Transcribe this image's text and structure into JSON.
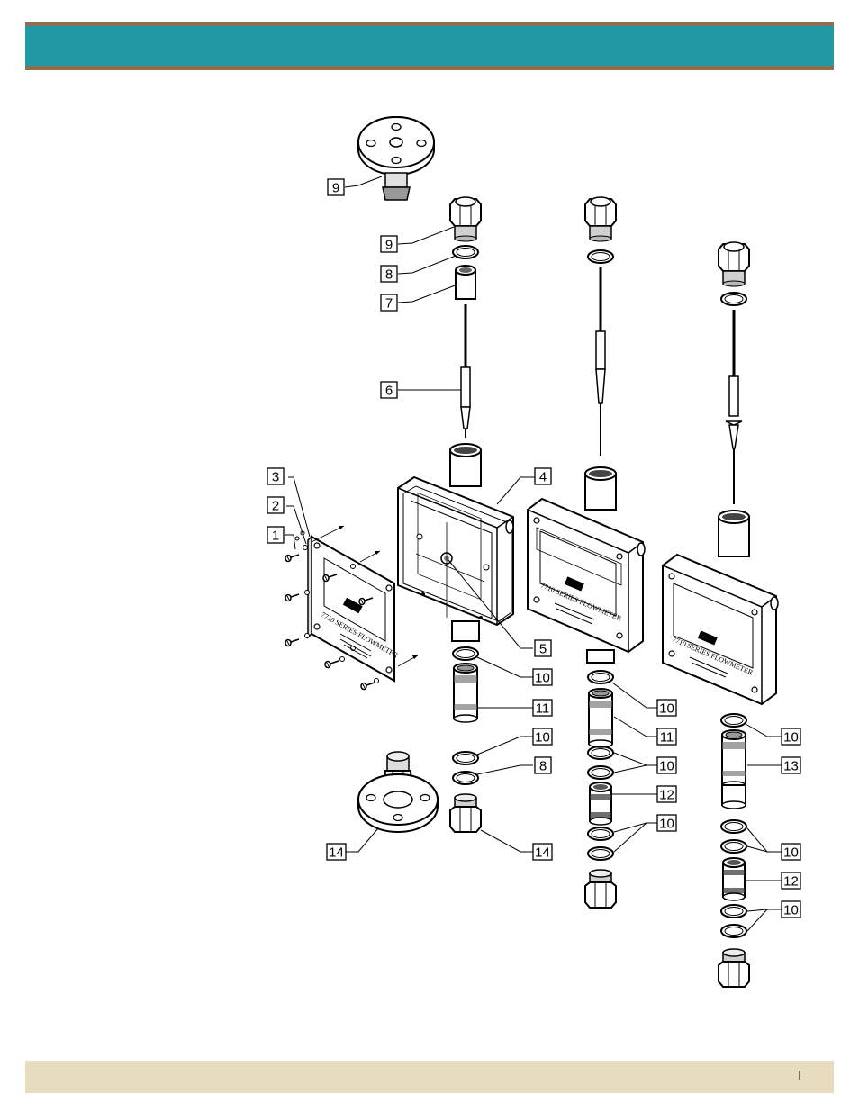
{
  "header": {
    "accent": "#2399a5",
    "trim": "#8a6f52"
  },
  "footer": {
    "page_mark": "I",
    "background": "#e8dcbf"
  },
  "diagram": {
    "nameplate": {
      "model": "7710 SERIES FLOWMETER",
      "brand": "",
      "fine_print_lines": 3
    },
    "callouts": [
      {
        "id": "c-9-top",
        "label": "9"
      },
      {
        "id": "c-9",
        "label": "9"
      },
      {
        "id": "c-8-top",
        "label": "8"
      },
      {
        "id": "c-7",
        "label": "7"
      },
      {
        "id": "c-6",
        "label": "6"
      },
      {
        "id": "c-3",
        "label": "3"
      },
      {
        "id": "c-2",
        "label": "2"
      },
      {
        "id": "c-1",
        "label": "1"
      },
      {
        "id": "c-4",
        "label": "4"
      },
      {
        "id": "c-5",
        "label": "5"
      },
      {
        "id": "c-10-a",
        "label": "10"
      },
      {
        "id": "c-11-a",
        "label": "11"
      },
      {
        "id": "c-10-b",
        "label": "10"
      },
      {
        "id": "c-8-bot",
        "label": "8"
      },
      {
        "id": "c-14-left",
        "label": "14"
      },
      {
        "id": "c-14-right",
        "label": "14"
      },
      {
        "id": "c-10-c",
        "label": "10"
      },
      {
        "id": "c-11-b",
        "label": "11"
      },
      {
        "id": "c-10-d",
        "label": "10"
      },
      {
        "id": "c-12-a",
        "label": "12"
      },
      {
        "id": "c-10-e",
        "label": "10"
      },
      {
        "id": "c-10-f",
        "label": "10"
      },
      {
        "id": "c-13",
        "label": "13"
      },
      {
        "id": "c-10-g",
        "label": "10"
      },
      {
        "id": "c-12-b",
        "label": "12"
      },
      {
        "id": "c-10-h",
        "label": "10"
      }
    ]
  }
}
